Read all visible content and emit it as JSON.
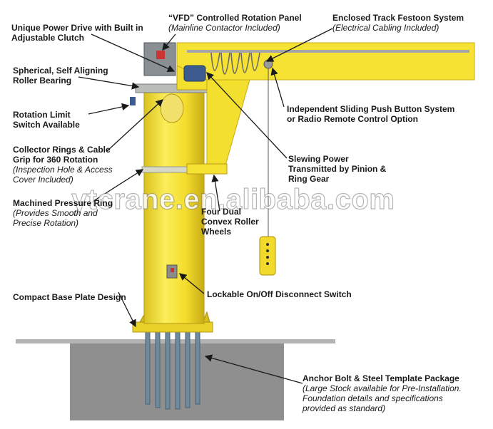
{
  "labels": [
    {
      "key": "power_drive",
      "line1": "Unique Power Drive with Built in",
      "line2": "Adjustable Clutch",
      "sub": []
    },
    {
      "key": "roller_bearing",
      "line1": "Spherical, Self Aligning",
      "line2": "Roller Bearing",
      "sub": []
    },
    {
      "key": "limit_switch",
      "line1": "Rotation Limit",
      "line2": "Switch Available",
      "sub": []
    },
    {
      "key": "collector_rings",
      "line1": "Collector Rings & Cable",
      "line2": "Grip for 360 Rotation",
      "sub": [
        "(Inspection Hole & Access",
        "Cover Included)"
      ]
    },
    {
      "key": "machined_pressure",
      "line1": "Machined Pressure Ring",
      "line2": "",
      "sub": [
        "(Provides Smooth and",
        "Precise Rotation)"
      ]
    },
    {
      "key": "base_plate",
      "line1": "Compact Base Plate Design",
      "line2": "",
      "sub": []
    },
    {
      "key": "vfd_panel",
      "line1": "“VFD” Controlled Rotation Panel",
      "line2": "",
      "sub": [
        "(Mainline Contactor Included)"
      ]
    },
    {
      "key": "festoon",
      "line1": "Enclosed Track Festoon System",
      "line2": "",
      "sub": [
        "(Electrical Cabling Included)"
      ]
    },
    {
      "key": "push_button",
      "line1": "Independent Sliding Push Button System",
      "line2": "or Radio Remote Control Option",
      "sub": []
    },
    {
      "key": "slewing",
      "line1": "Slewing Power",
      "line2": "Transmitted by Pinion &",
      "line3": "Ring Gear",
      "sub": []
    },
    {
      "key": "convex_wheels",
      "line1": "Four Dual",
      "line2": "Convex Roller",
      "line3": "Wheels",
      "sub": []
    },
    {
      "key": "disconnect",
      "line1": "Lockable On/Off Disconnect Switch",
      "line2": "",
      "sub": []
    },
    {
      "key": "anchor_bolt",
      "line1": "Anchor Bolt & Steel Template Package",
      "line2": "",
      "sub": [
        "(Large Stock available for Pre-Installation.",
        "Foundation details and specifications",
        "provided as standard)"
      ]
    }
  ],
  "watermark": "ytcrane.en.alibaba.com",
  "colors": {
    "crane_yellow": "#f6e232",
    "crane_edge": "#c9a81a",
    "concrete": "#8f8f8f",
    "arrow": "#1a1a1a"
  }
}
